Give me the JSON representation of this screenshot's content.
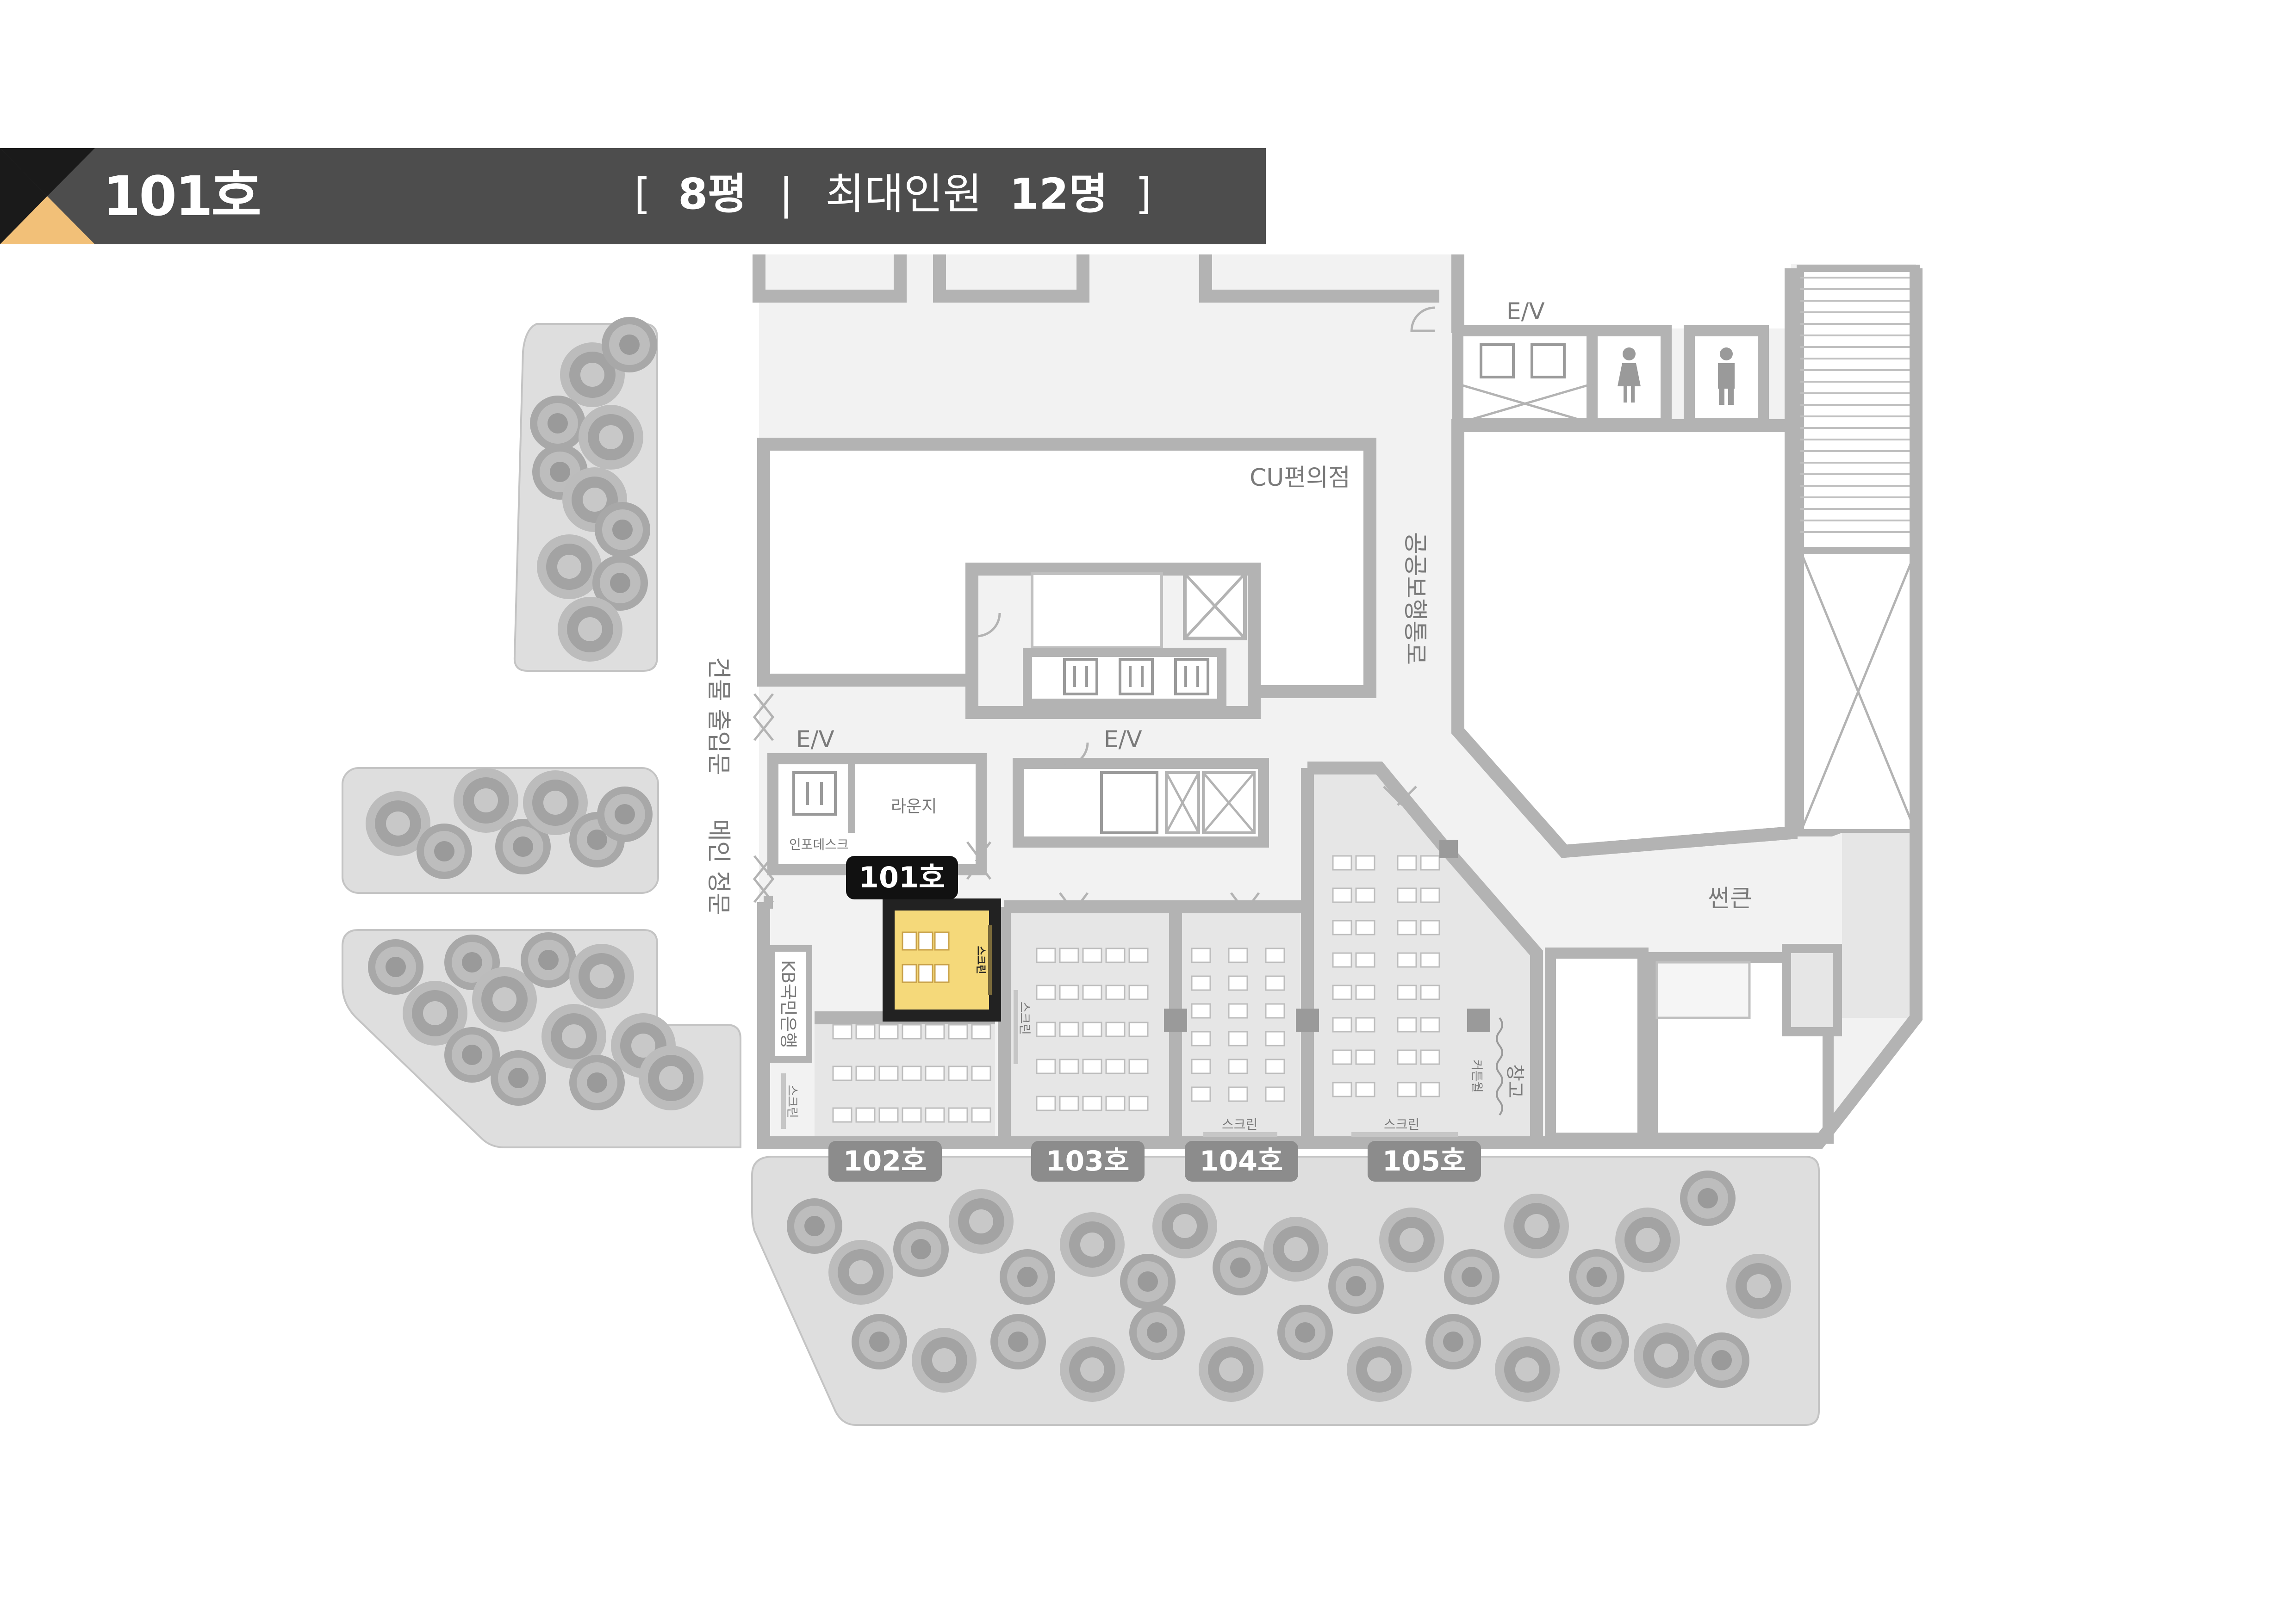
{
  "header": {
    "room_title": "101호",
    "bracket_open": "[",
    "area": "8평",
    "divider": "|",
    "capacity_label": "최대인원",
    "capacity": "12명",
    "bracket_close": "]"
  },
  "colors": {
    "header_bg": "#4d4d4d",
    "corner_dark": "#1a1a1a",
    "corner_accent": "#f2c078",
    "wall": "#b3b3b3",
    "floor": "#f2f2f2",
    "greenery": "#dedede",
    "room_floor": "#e6e6e6",
    "highlight_room": "#f5d97a",
    "highlight_border": "#222222",
    "tag_dark": "#111111",
    "tag_gray": "#8c8c8c"
  },
  "map": {
    "labels": {
      "ev_top": "E/V",
      "ev_left": "E/V",
      "ev_center": "E/V",
      "cu_store": "CU편의점",
      "public_passage": "공공보행통로",
      "building_entrance": "건물 출입문",
      "main_gate": "메인 정문",
      "lounge": "라운지",
      "info_desk": "인포데스크",
      "kb_bank": "KB국민은행",
      "sunken": "썬큰",
      "storage": "창고",
      "curtain_wall": "커튼월",
      "screen": "스크린"
    },
    "room_tags": {
      "r101": "101호",
      "r102": "102호",
      "r103": "103호",
      "r104": "104호",
      "r105": "105호"
    }
  }
}
